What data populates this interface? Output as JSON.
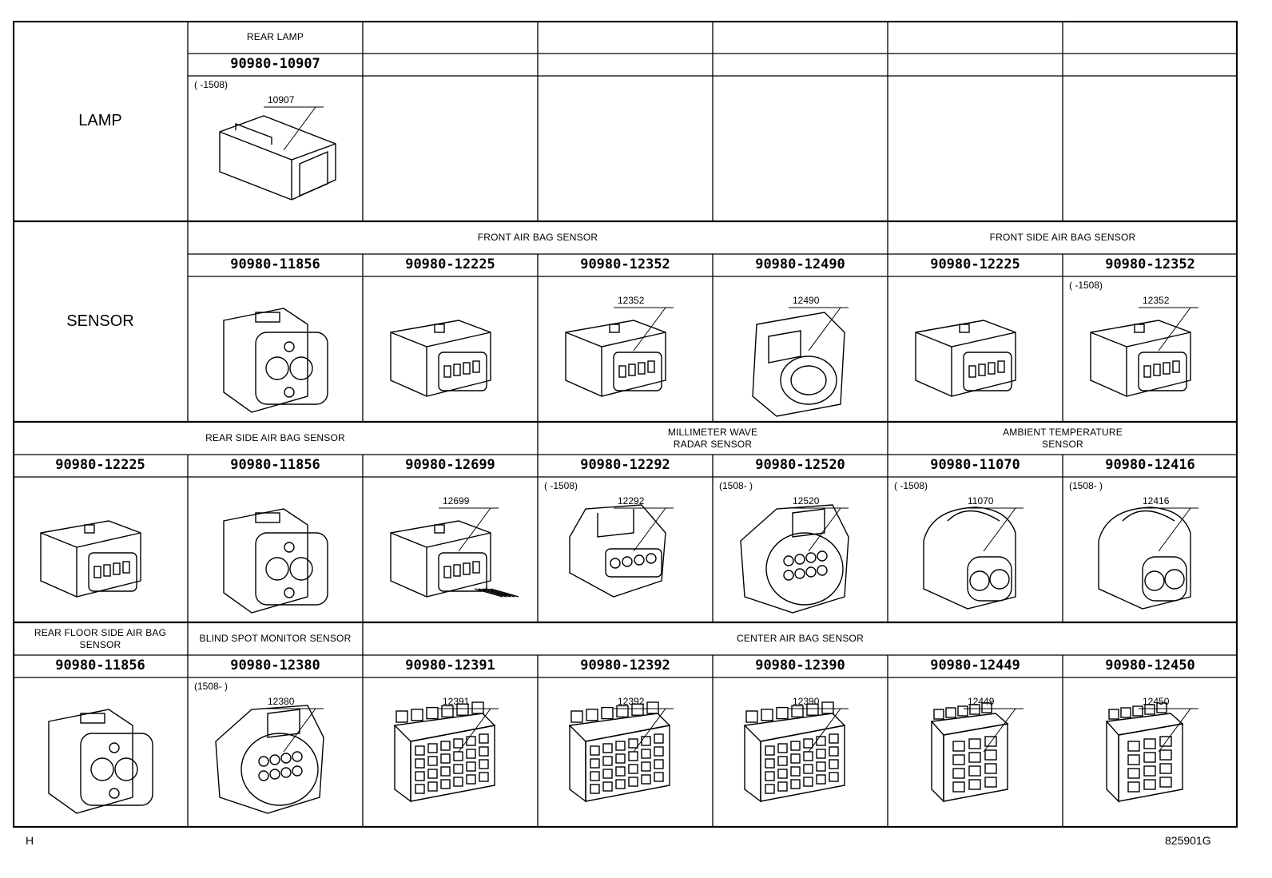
{
  "categories": [
    "LAMP",
    "SENSOR"
  ],
  "groups": [
    {
      "label": "REAR LAMP"
    },
    {
      "label": "FRONT AIR BAG SENSOR"
    },
    {
      "label": "FRONT SIDE AIR BAG SENSOR"
    },
    {
      "label": "REAR SIDE AIR BAG SENSOR"
    },
    {
      "label": "MILLIMETER WAVE\nRADAR SENSOR"
    },
    {
      "label": "AMBIENT TEMPERATURE\nSENSOR"
    },
    {
      "label": "REAR FLOOR SIDE AIR BAG\nSENSOR"
    },
    {
      "label": "BLIND SPOT MONITOR SENSOR"
    },
    {
      "label": "CENTER AIR BAG SENSOR"
    }
  ],
  "parts": [
    {
      "number": "90980-10907",
      "callout": "10907",
      "note": "(      -1508)",
      "icon": "two-pin-housing-connector"
    },
    {
      "number": "90980-11856",
      "callout": "",
      "note": "",
      "icon": "round-socket-connector"
    },
    {
      "number": "90980-12225",
      "callout": "",
      "note": "",
      "icon": "latch-connector"
    },
    {
      "number": "90980-12352",
      "callout": "12352",
      "note": "",
      "icon": "latch-connector"
    },
    {
      "number": "90980-12490",
      "callout": "12490",
      "note": "",
      "icon": "oval-connector"
    },
    {
      "number": "90980-12225",
      "callout": "",
      "note": "",
      "icon": "latch-connector"
    },
    {
      "number": "90980-12352",
      "callout": "12352",
      "note": "(      -1508)",
      "icon": "latch-connector"
    },
    {
      "number": "90980-12225",
      "callout": "",
      "note": "",
      "icon": "latch-connector"
    },
    {
      "number": "90980-11856",
      "callout": "",
      "note": "",
      "icon": "round-socket-connector"
    },
    {
      "number": "90980-12699",
      "callout": "12699",
      "note": "",
      "icon": "wired-latch-connector"
    },
    {
      "number": "90980-12292",
      "callout": "12292",
      "note": "(      -1508)",
      "icon": "four-pin-connector"
    },
    {
      "number": "90980-12520",
      "callout": "12520",
      "note": "(1508-      )",
      "icon": "multi-pin-round-connector"
    },
    {
      "number": "90980-11070",
      "callout": "11070",
      "note": "(      -1508)",
      "icon": "two-socket-connector"
    },
    {
      "number": "90980-12416",
      "callout": "12416",
      "note": "(1508-      )",
      "icon": "two-socket-connector"
    },
    {
      "number": "90980-11856",
      "callout": "",
      "note": "",
      "icon": "round-socket-connector"
    },
    {
      "number": "90980-12380",
      "callout": "12380",
      "note": "(1508-      )",
      "icon": "multi-pin-round-connector"
    },
    {
      "number": "90980-12391",
      "callout": "12391",
      "note": "",
      "icon": "grid-block-connector"
    },
    {
      "number": "90980-12392",
      "callout": "12392",
      "note": "",
      "icon": "grid-block-connector"
    },
    {
      "number": "90980-12390",
      "callout": "12390",
      "note": "",
      "icon": "grid-block-connector"
    },
    {
      "number": "90980-12449",
      "callout": "12449",
      "note": "",
      "icon": "small-grid-connector"
    },
    {
      "number": "90980-12450",
      "callout": "12450",
      "note": "",
      "icon": "small-grid-connector"
    }
  ],
  "footer": {
    "left": "H",
    "right": "825901G"
  }
}
